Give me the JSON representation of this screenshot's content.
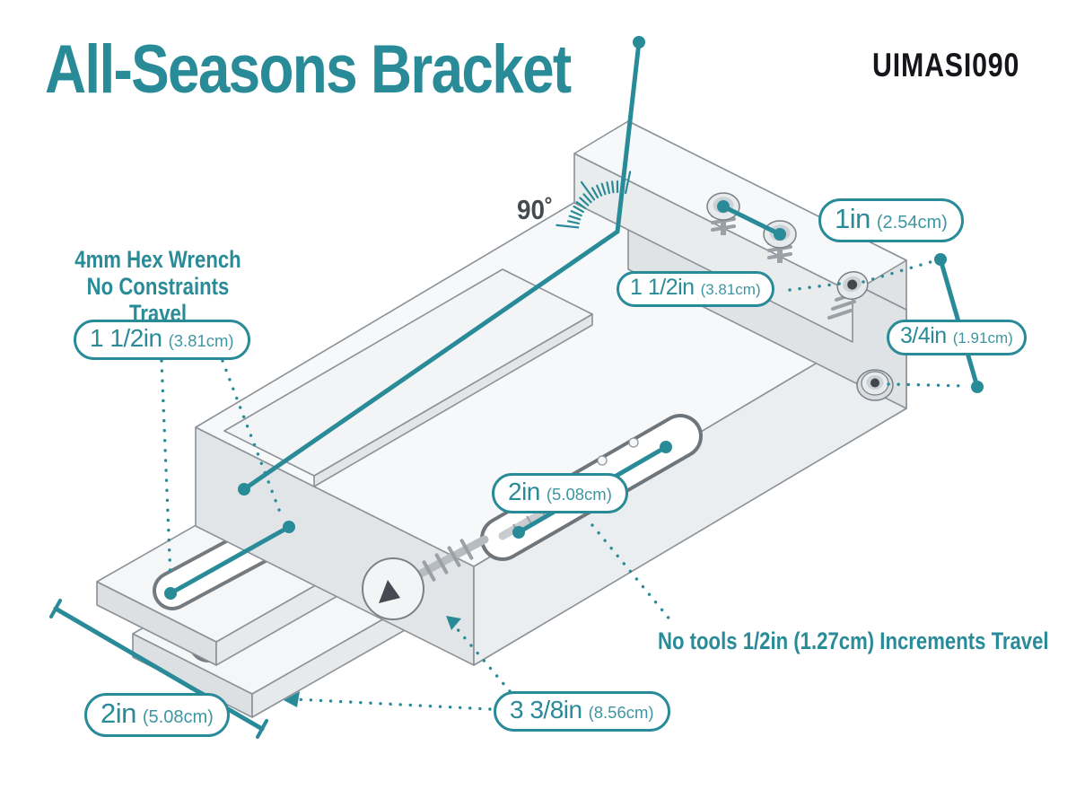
{
  "title": "All-Seasons Bracket",
  "sku": "UIMASI090",
  "angle_label": "90˚",
  "colors": {
    "teal": "#2a8b98",
    "ink": "#14161a"
  },
  "notes": {
    "hex_wrench_line1": "4mm Hex Wrench",
    "hex_wrench_line2": "No Constraints Travel",
    "no_tools": "No tools 1/2in (1.27cm) Increments Travel"
  },
  "badges": [
    {
      "id": "hex-slot-travel",
      "value": "1 1/2in",
      "metric": "(3.81cm)"
    },
    {
      "id": "top-screw-spacing",
      "value": "1in",
      "metric": "(2.54cm)"
    },
    {
      "id": "side-screw-spacing",
      "value": "1 1/2in",
      "metric": "(3.81cm)"
    },
    {
      "id": "side-screw-offset",
      "value": "3/4in",
      "metric": "(1.91cm)"
    },
    {
      "id": "center-slot-length",
      "value": "2in",
      "metric": "(5.08cm)"
    },
    {
      "id": "plate-width",
      "value": "2in",
      "metric": "(5.08cm)"
    },
    {
      "id": "plate-length",
      "value": "3 3/8in",
      "metric": "(8.56cm)"
    }
  ]
}
